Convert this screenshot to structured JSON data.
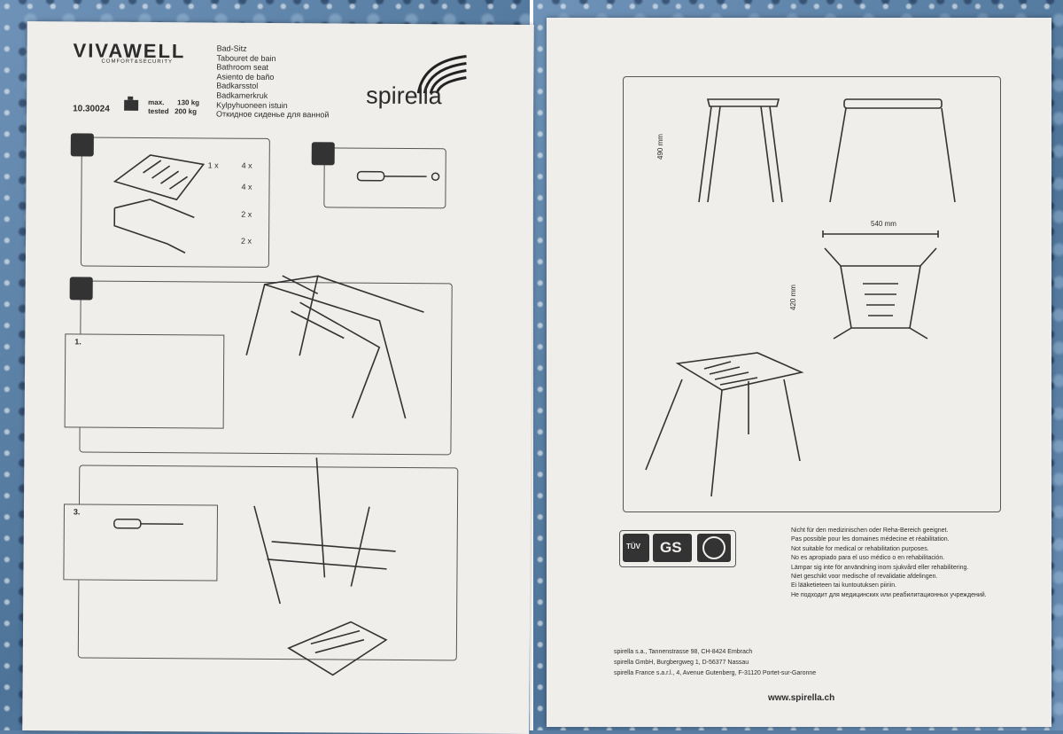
{
  "left_sheet": {
    "brand": "VIVAWELL",
    "brand_tagline": "COMFORT&SECURITY",
    "article_number": "10.30024",
    "load_max_label": "max.",
    "load_max_value": "130 kg",
    "load_tested_label": "tested",
    "load_tested_value": "200 kg",
    "product_names": [
      "Bad-Sitz",
      "Tabouret de bain",
      "Bathroom seat",
      "Asiento de baño",
      "Badkarsstol",
      "Badkamerkruk",
      "Kylpyhuoneen istuin",
      "Откидное сиденье для ванной"
    ],
    "logo_text": "spirella",
    "parts": [
      {
        "qty": "1 x",
        "count": "4 x"
      },
      {
        "qty": "",
        "count": "4 x"
      },
      {
        "qty": "",
        "count": "2 x"
      },
      {
        "qty": "",
        "count": "2 x"
      }
    ],
    "step_labels": [
      "1.",
      "3."
    ]
  },
  "right_sheet": {
    "dim_height": "490 mm",
    "dim_width": "540 mm",
    "dim_depth": "420 mm",
    "cert_labels": [
      "TÜV",
      "GS"
    ],
    "disclaimers": [
      "Nicht für den medizinischen oder Reha-Bereich geeignet.",
      "Pas possible pour les domaines médecine et réabilitation.",
      "Not suitable for medical or rehabilitation purposes.",
      "No es apropiado para el uso médico o en rehabilitación.",
      "Lämpar sig inte för användning inom sjukvård eller rehabilitering.",
      "Niet geschikt voor medische of revalidatie afdelingen.",
      "Ei lääketieteen tai kuntoutuksen piiriin.",
      "Не подходит для медицинских или реабилитационных учреждений."
    ],
    "addresses": [
      "spirella s.a., Tannenstrasse 98, CH-8424 Embrach",
      "spirella GmbH, Burgbergweg 1, D-56377 Nassau",
      "spirella France s.a.r.l., 4, Avenue Gutenberg, F-31120 Portet-sur-Garonne"
    ],
    "website": "www.spirella.ch"
  }
}
